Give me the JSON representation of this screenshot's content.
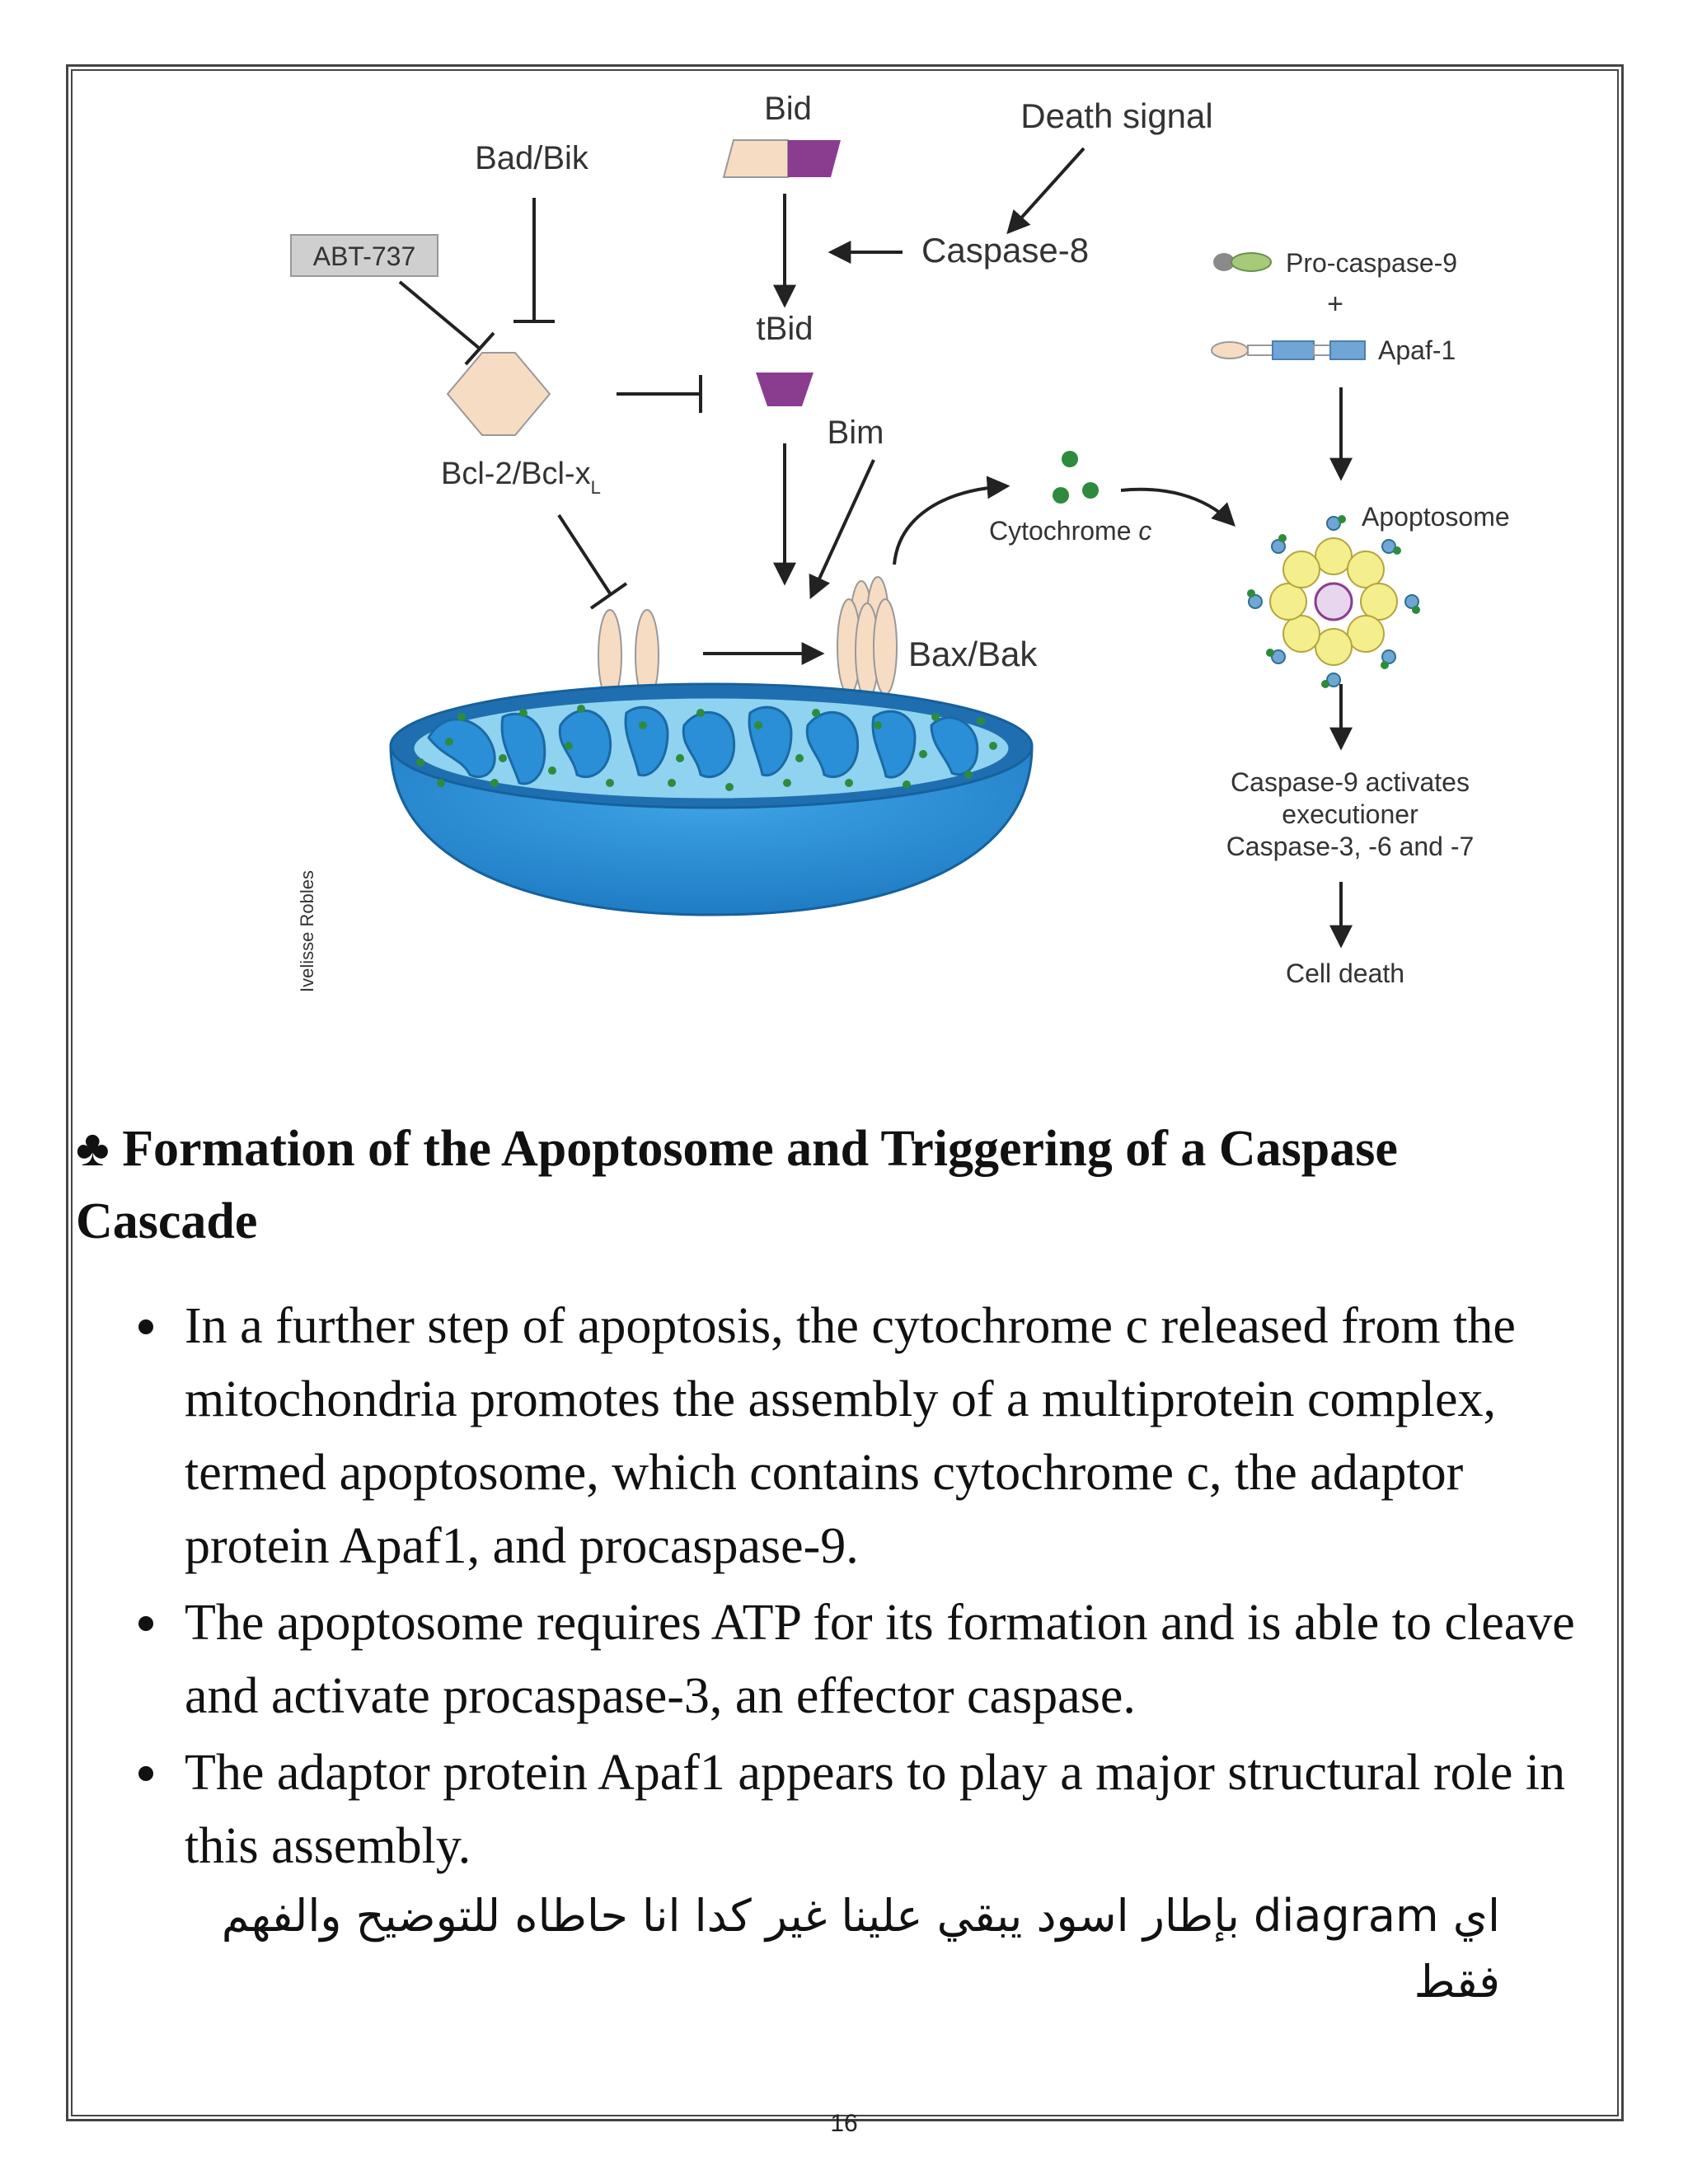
{
  "diagram": {
    "labels": {
      "bid": "Bid",
      "death_signal": "Death signal",
      "bad_bik": "Bad/Bik",
      "abt737": "ABT-737",
      "caspase8": "Caspase-8",
      "tbid": "tBid",
      "procaspase9": "Pro-caspase-9",
      "plus": "+",
      "apaf1": "Apaf-1",
      "bcl2": "Bcl-2/Bcl-x",
      "bcl2_sub": "L",
      "bim": "Bim",
      "cytochrome": "Cytochrome ",
      "cytochrome_c": "c",
      "apoptosome": "Apoptosome",
      "bax_bak": "Bax/Bak",
      "casp9_line1": "Caspase-9 activates",
      "casp9_line2": "executioner",
      "casp9_line3": "Caspase-3, -6 and -7",
      "cell_death": "Cell death",
      "credit": "Ivelisse Robles"
    },
    "colors": {
      "protein_peach": "#f7dcc4",
      "tbid_purple": "#8a3d8f",
      "mito_blue": "#2a8fd6",
      "mito_light": "#8fd3f0",
      "dot_green": "#2e8b3d",
      "apoptosome_yellow": "#f4ee8c",
      "apaf_blue": "#6fa6d6",
      "abt_box": "#cfcfcf"
    }
  },
  "section": {
    "bullet_symbol": "♣",
    "heading": " Formation of the Apoptosome and Triggering of a Caspase Cascade"
  },
  "bullets": [
    "In a further step of apoptosis, the cytochrome c released from the mitochondria promotes the assembly of a multiprotein complex, termed apoptosome, which contains cytochrome c, the adaptor protein Apaf1, and procaspase-9.",
    "The apoptosome requires ATP for its formation and is able to cleave and activate procaspase-3, an effector caspase.",
    "The adaptor protein Apaf1 appears to play a major structural role in this assembly."
  ],
  "note_arabic": "اي diagram بإطار اسود يبقي علينا غير كدا انا حاطاه للتوضيح والفهم فقط",
  "page_number": "16"
}
